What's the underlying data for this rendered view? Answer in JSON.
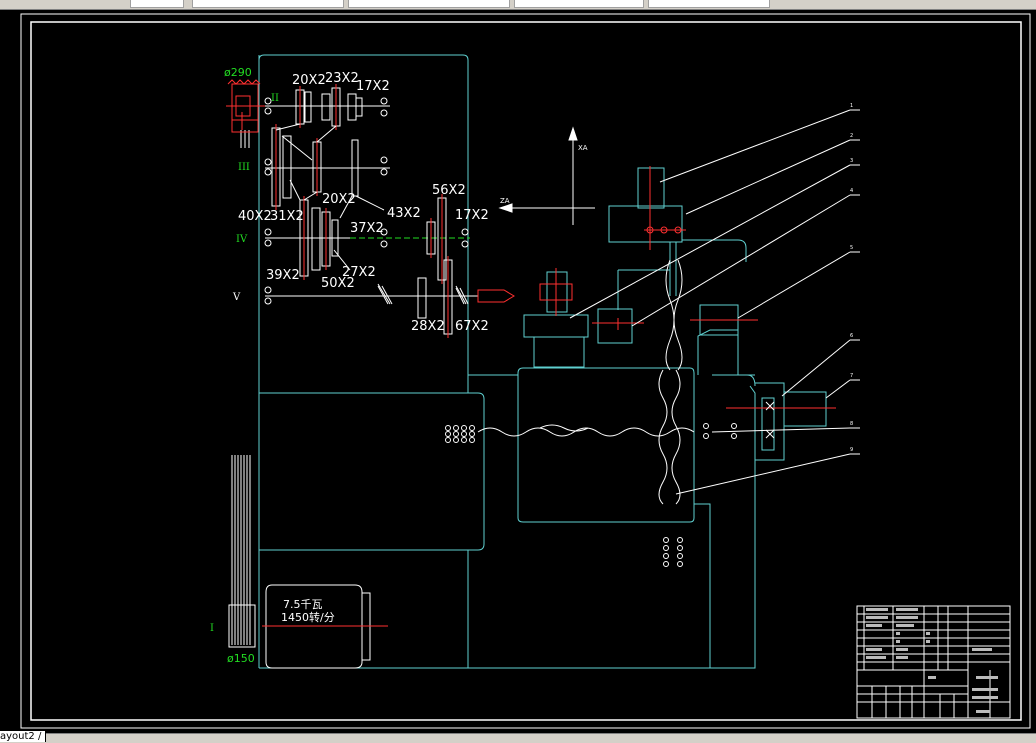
{
  "layout_tab": "ayout2 /",
  "shaft_labels": [
    "II",
    "III",
    "IV",
    "V",
    "I"
  ],
  "gear_labels": [
    "20X2",
    "23X2",
    "17X2",
    "40X2",
    "31X2",
    "20X2",
    "37X2",
    "43X2",
    "56X2",
    "17X2",
    "39X2",
    "27X2",
    "50X2",
    "28X2",
    "67X2"
  ],
  "pulley_top": "ø290",
  "pulley_bottom": "ø150",
  "motor_power": "7.5千瓦",
  "motor_speed": "1450转/分",
  "axis_x": "ZA",
  "axis_y": "XA",
  "callouts": [
    "1",
    "2",
    "3",
    "4",
    "5",
    "6",
    "7",
    "8",
    "9"
  ],
  "colors": {
    "background": "#000000",
    "frame": "#ffffff",
    "outline": "#5fd0d0",
    "dimension": "#22dd22",
    "red": "#ff3030",
    "text": "#ffffff"
  }
}
